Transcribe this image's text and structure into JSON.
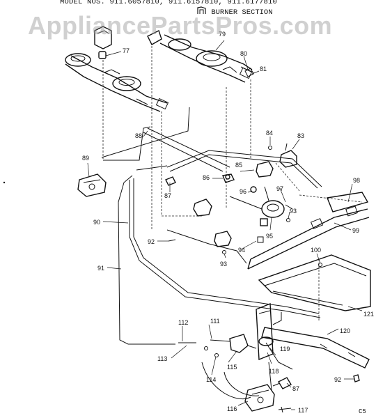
{
  "header": {
    "model_line": "MODEL NOS. 911.6057810, 911.6157810, 911.6177810",
    "section_title": "BURNER SECTION",
    "watermark": "AppliancePartsPros.com",
    "corner_mark": "C5"
  },
  "parts": {
    "p77": "77",
    "p79": "79",
    "p80": "80",
    "p81": "81",
    "p83": "83",
    "p84": "84",
    "p85": "85",
    "p86": "86",
    "p87a": "87",
    "p87b": "87",
    "p88": "88",
    "p89": "89",
    "p90": "90",
    "p91": "91",
    "p92a": "92",
    "p92b": "92",
    "p93a": "93",
    "p93b": "93",
    "p94": "94",
    "p95": "95",
    "p96": "96",
    "p97": "97",
    "p98": "98",
    "p99": "99",
    "p100": "100",
    "p111": "111",
    "p112": "112",
    "p113": "113",
    "p114": "114",
    "p115": "115",
    "p116": "116",
    "p117": "117",
    "p118": "118",
    "p119": "119",
    "p120": "120",
    "p121": "121"
  }
}
